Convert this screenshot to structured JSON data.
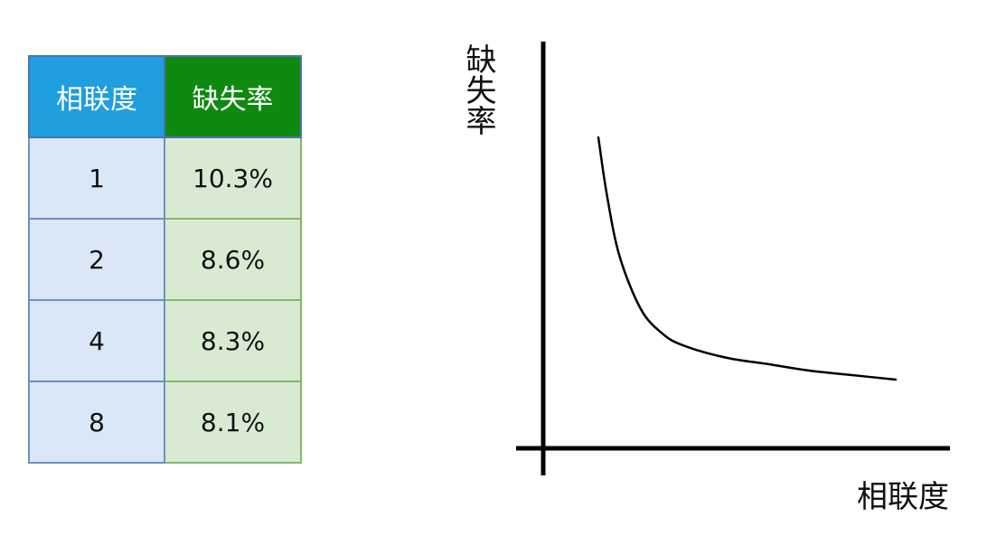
{
  "table": {
    "headers": [
      "相联度",
      "缺失率"
    ],
    "rows": [
      [
        "1",
        "10.3%"
      ],
      [
        "2",
        "8.6%"
      ],
      [
        "4",
        "8.3%"
      ],
      [
        "8",
        "8.1%"
      ]
    ],
    "colors": {
      "header_assoc": "#1f9ee0",
      "header_miss": "#0f8a10",
      "cell_assoc": "#dae7f7",
      "cell_miss": "#d9ead3"
    }
  },
  "chart_data": {
    "type": "line",
    "title": "",
    "xlabel": "相联度",
    "ylabel": "缺失率",
    "grid": false,
    "legend": "none",
    "series": [
      {
        "x": [
          1,
          1.2,
          1.5,
          2,
          2.5,
          3,
          4,
          5,
          6,
          7,
          8
        ],
        "values": [
          10.3,
          9.78,
          9.22,
          8.74,
          8.52,
          8.41,
          8.3,
          8.24,
          8.18,
          8.14,
          8.1
        ]
      }
    ],
    "line_color": "#000000"
  }
}
